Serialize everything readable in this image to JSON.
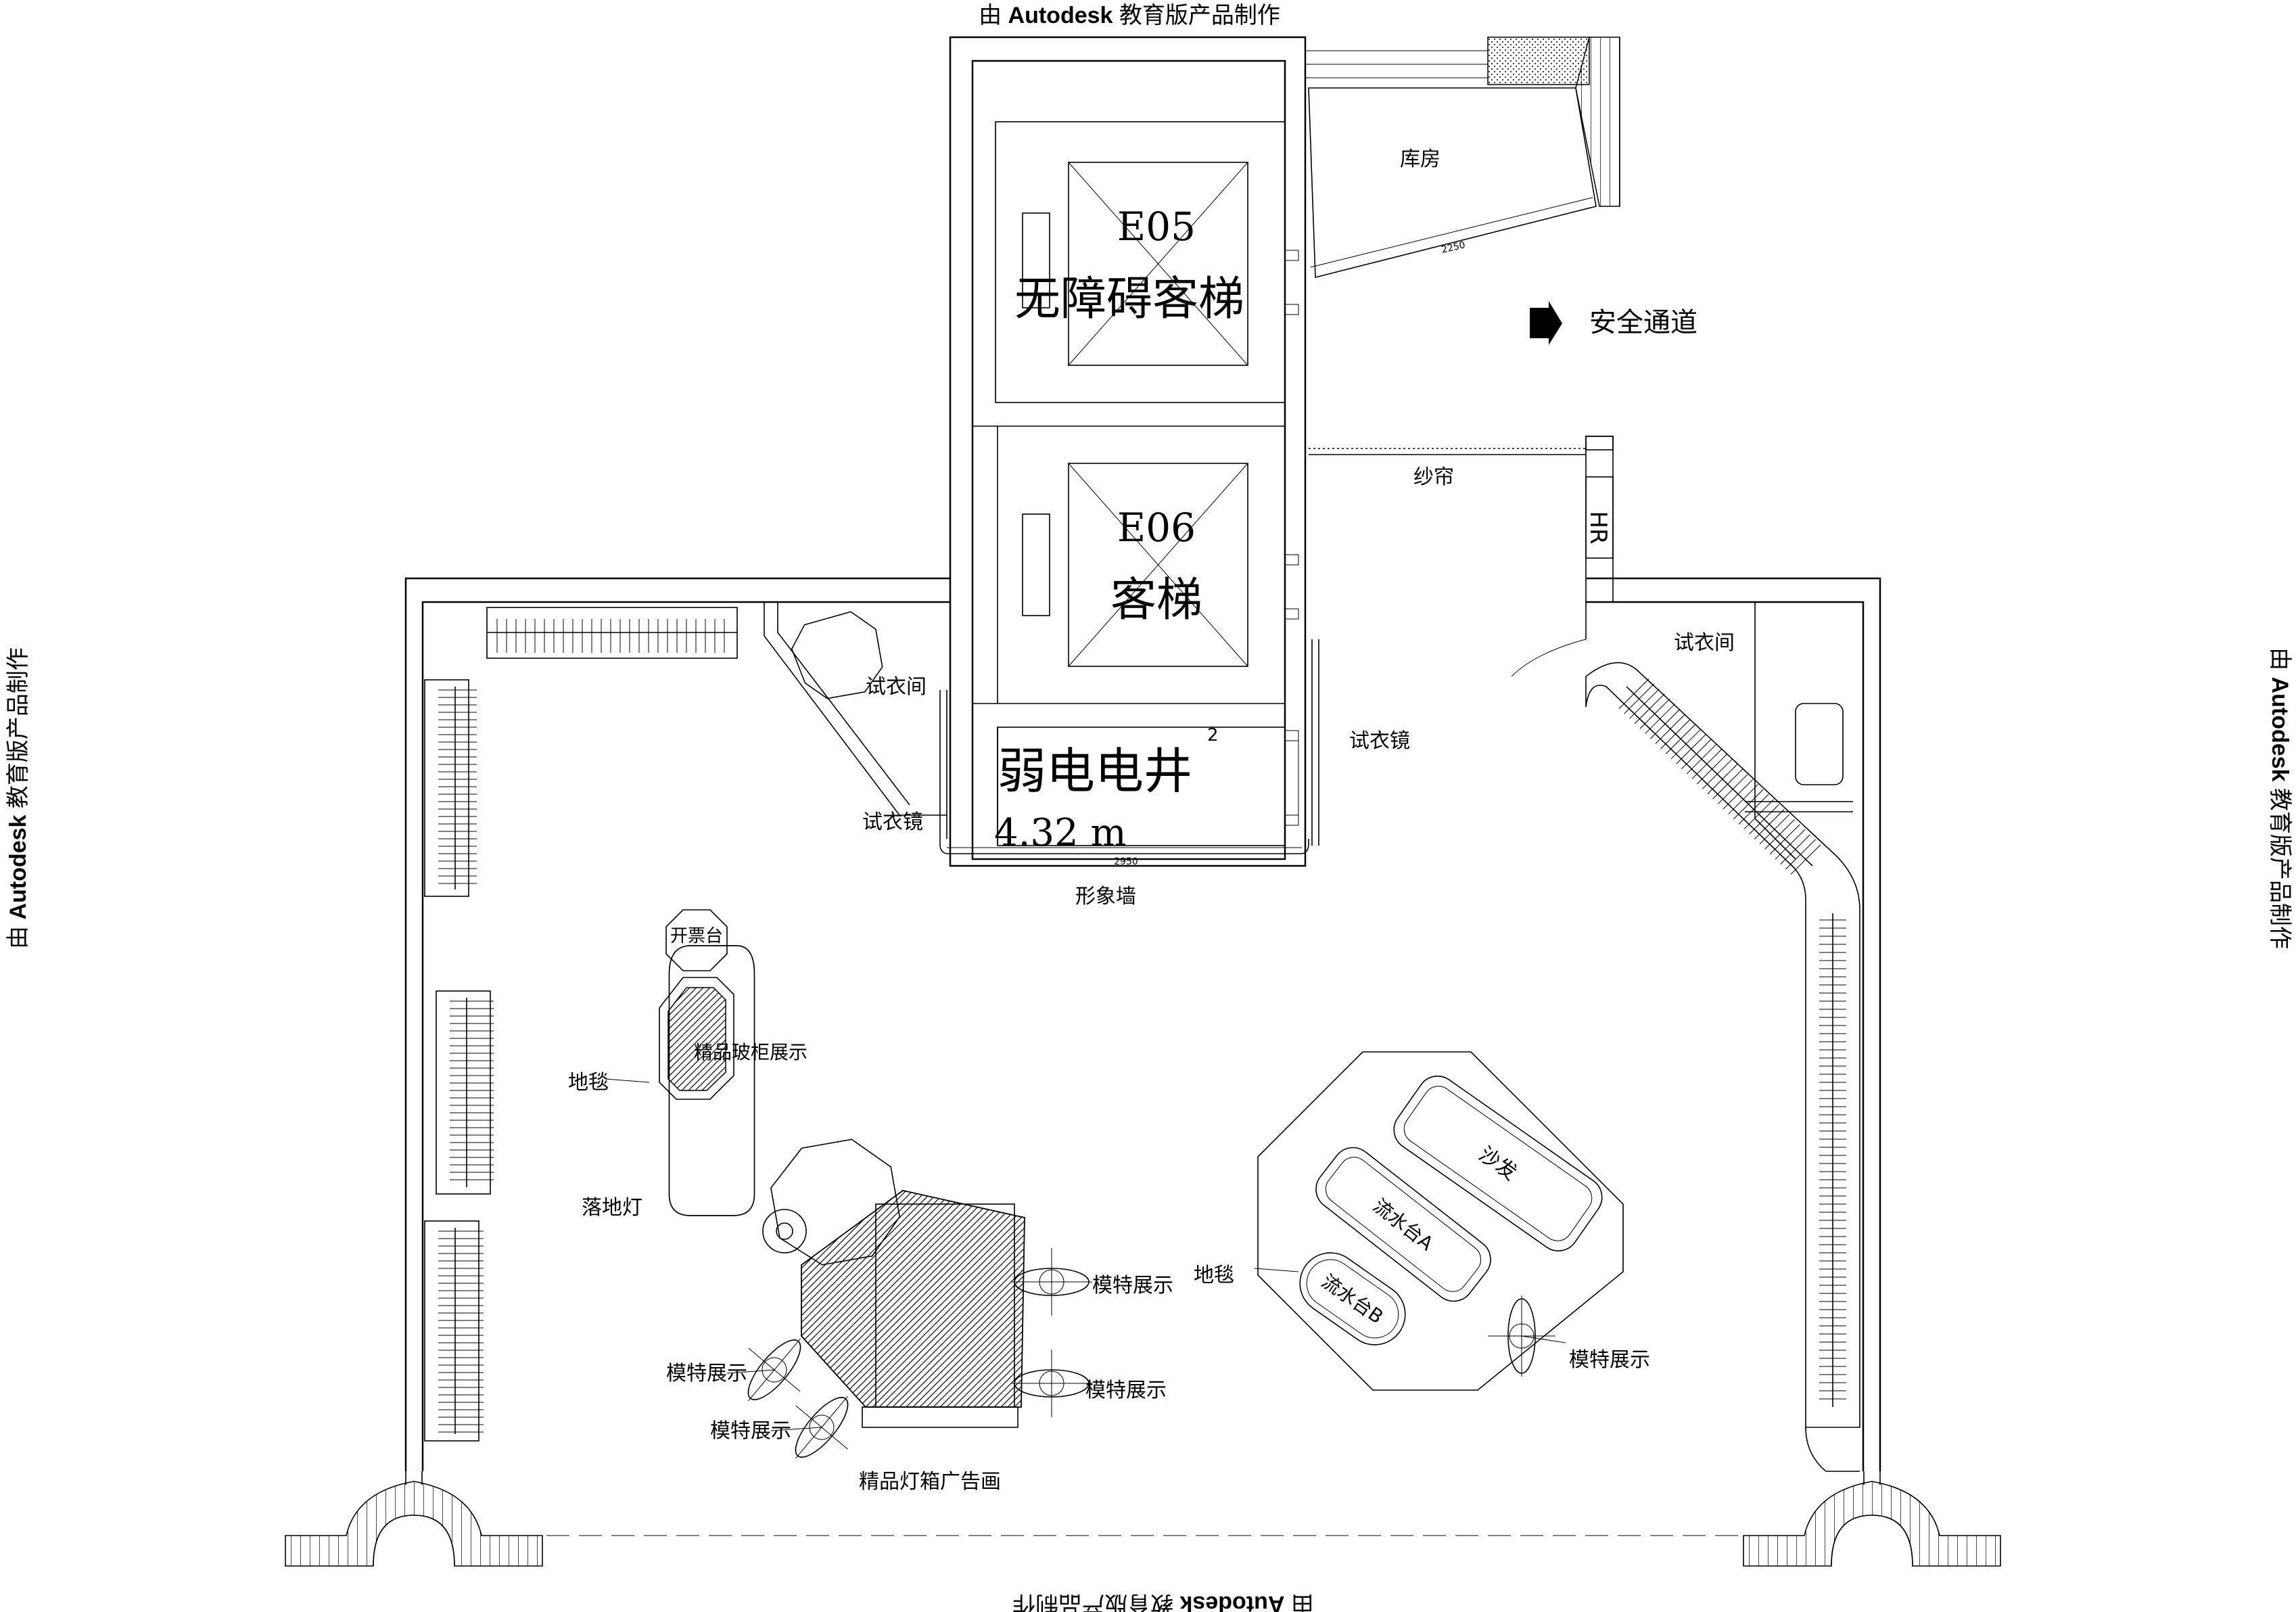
{
  "watermark": {
    "prefix": "由 ",
    "brand": "Autodesk",
    "suffix": " 教育版产品制作"
  },
  "elevators": {
    "e05_code": "E05",
    "e05_name": "无障碍客梯",
    "e06_code": "E06",
    "e06_name": "客梯"
  },
  "electric_shaft": {
    "name": "弱电电井",
    "area": "4.32 m",
    "sup": "2"
  },
  "rooms": {
    "storage": "库房",
    "exit": "安全通道",
    "curtain": "纱帘",
    "hr": "HR",
    "fitting_left": "试衣间",
    "fitting_right": "试衣间",
    "mirror_1": "试衣镜",
    "mirror_2": "试衣镜",
    "image_wall": "形象墙"
  },
  "dimensions": {
    "top": "2250",
    "bottom": "2950"
  },
  "furniture": {
    "ticket": "开票台",
    "glass_display": "精品玻柜展示",
    "carpet_left": "地毯",
    "carpet_right": "地毯",
    "floor_lamp": "落地灯",
    "sofa": "沙发",
    "bar_a": "流水台A",
    "bar_b": "流水台B",
    "lightbox": "精品灯箱广告画",
    "model_1": "模特展示",
    "model_2": "模特展示",
    "model_3": "模特展示",
    "model_4": "模特展示",
    "model_5": "模特展示"
  }
}
